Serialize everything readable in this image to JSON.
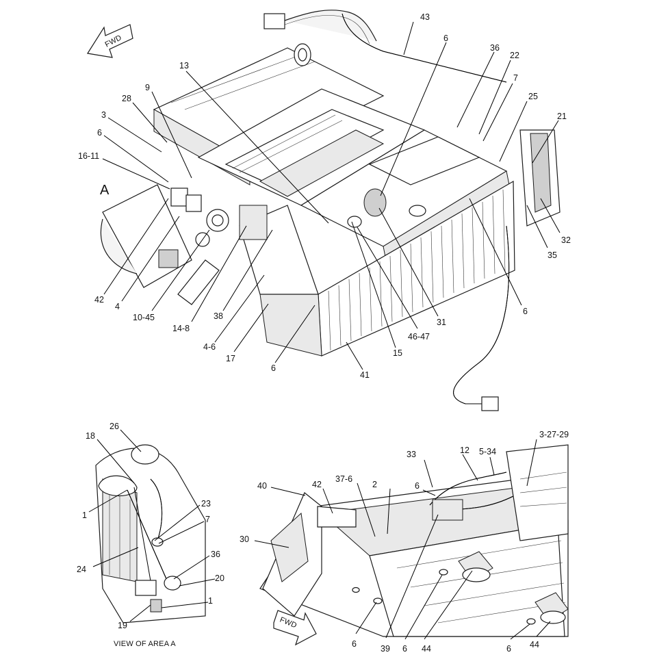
{
  "fwd_top": "FWD",
  "fwd_bottom": "FWD",
  "area_marker": "A",
  "view_caption": "VIEW OF AREA  A",
  "callouts": {
    "c43": "43",
    "c6a": "6",
    "c36a": "36",
    "c22": "22",
    "c7a": "7",
    "c25": "25",
    "c21": "21",
    "c13": "13",
    "c9": "9",
    "c28": "28",
    "c3a": "3",
    "c6b": "6",
    "c1611": "16-11",
    "c32": "32",
    "c35": "35",
    "c6c": "6",
    "c42a": "42",
    "c4": "4",
    "c1045": "10-45",
    "c148": "14-8",
    "c38": "38",
    "c46a": "4-6",
    "c17": "17",
    "c6d": "6",
    "c41": "41",
    "c15": "15",
    "c4647": "46-47",
    "c31": "31",
    "c18": "18",
    "c26": "26",
    "c1a": "1",
    "c23": "23",
    "c7b": "7",
    "c24": "24",
    "c36b": "36",
    "c20": "20",
    "c1b": "1",
    "c19": "19",
    "c534": "5-34",
    "c32729": "3-27-29",
    "c33": "33",
    "c12": "12",
    "c40": "40",
    "c42b": "42",
    "c376": "37-6",
    "c2": "2",
    "c6e": "6",
    "c30": "30",
    "c6f": "6",
    "c39": "39",
    "c6g": "6",
    "c44a": "44",
    "c6h": "6",
    "c44b": "44"
  }
}
